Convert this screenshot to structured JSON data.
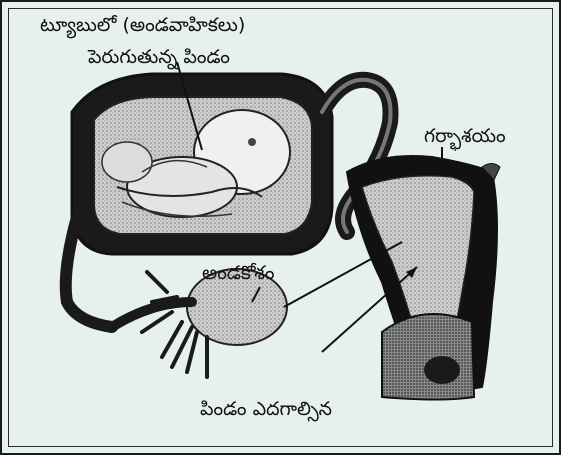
{
  "labels": {
    "tube": "ట్యూబులో (అండవాహికలు)",
    "growing_embryo": "పెరుగుతున్న పిండం",
    "uterus": "గర్భాశయం",
    "ovary": "అండకోశం",
    "embryo_destination": "పిండం ఎదగాల్సిన"
  },
  "colors": {
    "background": "#e7f1ec",
    "ink": "#111111"
  }
}
